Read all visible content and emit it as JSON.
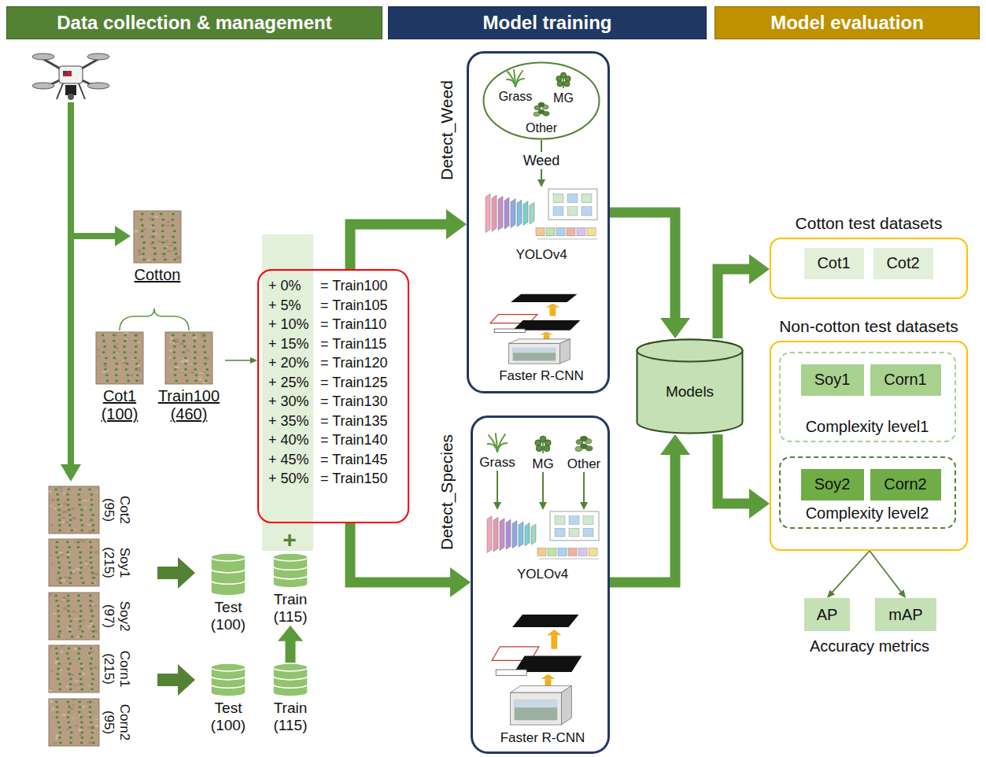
{
  "diagram": {
    "nodes": [
      {
        "text": [
          "Data collection & management"
        ]
      },
      {
        "text": [
          "Model training"
        ]
      },
      {
        "text": [
          "Model evaluation"
        ]
      },
      {
        "text": [
          "Cotton"
        ]
      },
      {
        "text": [
          "Cot1 (100)"
        ]
      },
      {
        "text": [
          "Train100 (460)"
        ]
      },
      {
        "text": [
          "Cot2 (95)"
        ]
      },
      {
        "text": [
          "Soy1 (215)"
        ]
      },
      {
        "text": [
          "Soy2 (97)"
        ]
      },
      {
        "text": [
          "Corn1 (215)"
        ]
      },
      {
        "text": [
          "Corn2 (95)"
        ]
      },
      {
        "text": [
          "Test (100)"
        ]
      },
      {
        "text": [
          "Train (115)"
        ]
      },
      {
        "text": [
          "Test (100)"
        ]
      },
      {
        "text": [
          "Train (115)"
        ]
      },
      {
        "text": [
          "+ 0%",
          "= Train100",
          "+ 5%",
          "= Train105",
          "+ 10%",
          "= Train110",
          "+ 15%",
          "= Train115",
          "+ 20%",
          "= Train120",
          "+ 25%",
          "= Train125",
          "+ 30%",
          "= Train130",
          "+ 35%",
          "= Train135",
          "+ 40%",
          "= Train140",
          "+ 45%",
          "= Train145",
          "+ 50%",
          "= Train150"
        ]
      },
      {
        "text": [
          "Detect_Weed"
        ]
      },
      {
        "text": [
          "Grass",
          "MG",
          "Other"
        ],
        "in": 16
      },
      {
        "text": [
          "YOLOv4"
        ],
        "in": 16
      },
      {
        "text": [
          "Faster R-CNN"
        ],
        "in": 16
      },
      {
        "text": [
          "Detect_Species"
        ]
      },
      {
        "text": [
          "Grass"
        ],
        "in": 20
      },
      {
        "text": [
          "MG"
        ],
        "in": 20
      },
      {
        "text": [
          "Other"
        ],
        "in": 20
      },
      {
        "text": [
          "YOLOv4"
        ],
        "in": 20
      },
      {
        "text": [
          "Faster R-CNN"
        ],
        "in": 20
      },
      {
        "text": [
          "Models"
        ]
      },
      {
        "text": [
          "Cotton test datasets"
        ]
      },
      {
        "text": [
          "Cot1"
        ],
        "in": 27
      },
      {
        "text": [
          "Cot2"
        ],
        "in": 27
      },
      {
        "text": [
          "Non-cotton test datasets"
        ]
      },
      {
        "text": [
          "Complexity level1"
        ],
        "in": 30
      },
      {
        "text": [
          "Soy1"
        ],
        "in": 31
      },
      {
        "text": [
          "Corn1"
        ],
        "in": 31
      },
      {
        "text": [
          "Complexity level2"
        ],
        "in": 30
      },
      {
        "text": [
          "Soy2"
        ],
        "in": 34
      },
      {
        "text": [
          "Corn2"
        ],
        "in": 34
      },
      {
        "text": [
          "AP"
        ]
      },
      {
        "text": [
          "mAP"
        ]
      }
    ],
    "edges": [
      {
        "from": 5,
        "to": 15,
        "arrow": "to"
      },
      {
        "from": 15,
        "to": 16,
        "arrow": "to"
      },
      {
        "from": 15,
        "to": 20,
        "arrow": "to"
      },
      {
        "from": 17,
        "to": 18,
        "label": "Weed",
        "arrow": "to"
      },
      {
        "from": 21,
        "to": 24,
        "arrow": "to"
      },
      {
        "from": 22,
        "to": 24,
        "arrow": "to"
      },
      {
        "from": 23,
        "to": 24,
        "arrow": "to"
      },
      {
        "from": 16,
        "to": 26,
        "arrow": "to"
      },
      {
        "from": 20,
        "to": 26,
        "arrow": "to"
      },
      {
        "from": 26,
        "to": 27,
        "arrow": "to"
      },
      {
        "from": 26,
        "to": 30,
        "arrow": "to"
      },
      {
        "from": 30,
        "to": 37,
        "arrow": "to"
      },
      {
        "from": 30,
        "to": 38,
        "arrow": "to"
      },
      {
        "from": 14,
        "to": 12,
        "arrow": "to"
      }
    ],
    "labels": [
      "+",
      "Accuracy metrics"
    ]
  }
}
